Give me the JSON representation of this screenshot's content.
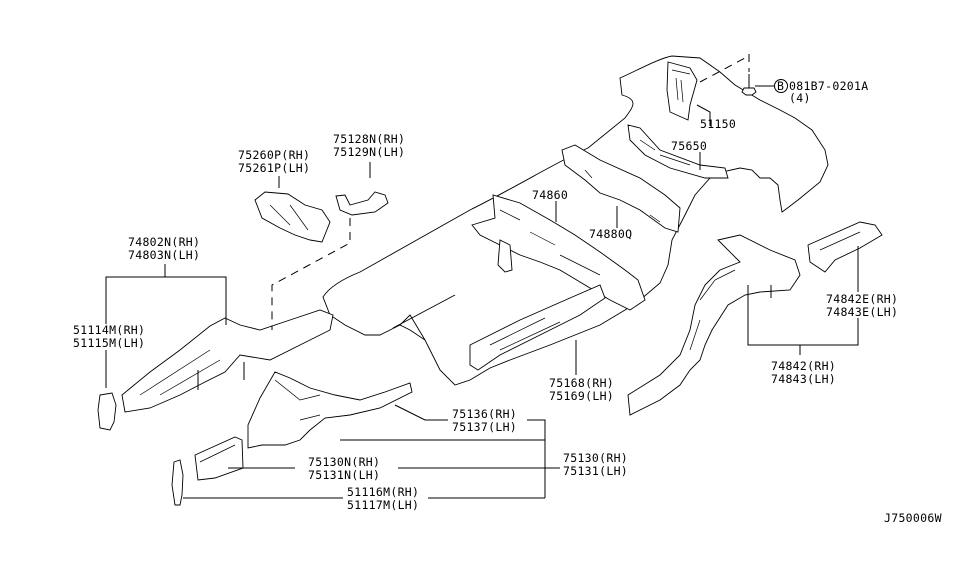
{
  "diagram": {
    "type": "exploded parts diagram",
    "drawing_id": "J750006W",
    "callouts": {
      "bolt": {
        "badge": "B",
        "part": "081B7-0201A",
        "qty": "(4)"
      },
      "p51150": "51150",
      "p75650": "75650",
      "p74860": "74860",
      "p74880q": "74880Q",
      "p75260": {
        "rh": "75260P(RH)",
        "lh": "75261P(LH)"
      },
      "p75128": {
        "rh": "75128N(RH)",
        "lh": "75129N(LH)"
      },
      "p74802": {
        "rh": "74802N(RH)",
        "lh": "74803N(LH)"
      },
      "p51114": {
        "rh": "51114M(RH)",
        "lh": "51115M(LH)"
      },
      "p74842e": {
        "rh": "74842E(RH)",
        "lh": "74843E(LH)"
      },
      "p74842": {
        "rh": "74842(RH)",
        "lh": "74843(LH)"
      },
      "p75168": {
        "rh": "75168(RH)",
        "lh": "75169(LH)"
      },
      "p75136": {
        "rh": "75136(RH)",
        "lh": "75137(LH)"
      },
      "p75130": {
        "rh": "75130(RH)",
        "lh": "75131(LH)"
      },
      "p75130n": {
        "rh": "75130N(RH)",
        "lh": "75131N(LH)"
      },
      "p51116": {
        "rh": "51116M(RH)",
        "lh": "51117M(LH)"
      }
    }
  }
}
